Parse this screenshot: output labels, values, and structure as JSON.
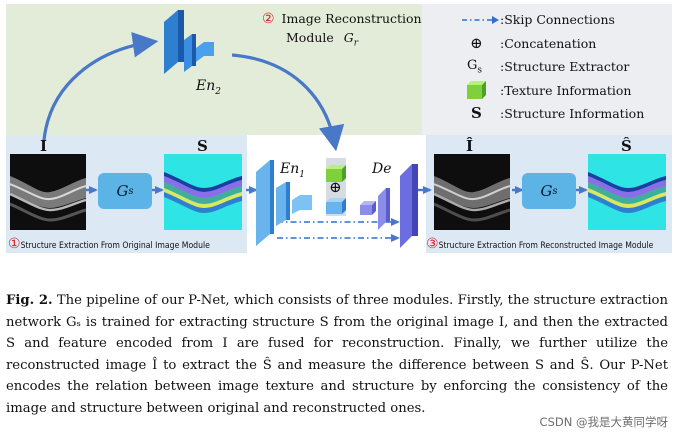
{
  "figure": {
    "module2_number": "②",
    "module2_title_line1": "Image Reconstruction",
    "module2_title_line2": "Module",
    "module2_symbol": "G",
    "module2_symbol_sub": "r",
    "module1_number": "①",
    "module1_label": "Structure Extraction From Original Image Module",
    "module3_number": "③",
    "module3_label": "Structure Extraction From Reconstructed Image Module",
    "symbol_I": "I",
    "symbol_S": "S",
    "symbol_I_hat": "Î",
    "symbol_S_hat": "Ŝ",
    "gs_base": "G",
    "gs_sub": "s",
    "en2_base": "En",
    "en2_sub": "2",
    "en1_base": "En",
    "en1_sub": "1",
    "de_label": "De",
    "concat_symbol": "⊕"
  },
  "legend": {
    "items": [
      {
        "icon": "dash-dot-arrow-icon",
        "text": ":Skip Connections"
      },
      {
        "icon": "circle-plus-icon",
        "text": ":Concatenation"
      },
      {
        "icon": "gs-symbol-icon",
        "text": ":Structure Extractor"
      },
      {
        "icon": "green-cube-icon",
        "text": ":Texture Information"
      },
      {
        "icon": "s-symbol-icon",
        "text": ":Structure Information"
      }
    ]
  },
  "caption": {
    "fig_label": "Fig. 2.",
    "text": " The pipeline of our P-Net, which consists of three modules. Firstly, the structure extraction network Gₛ is trained for extracting structure S from the original image I, and then the extracted S and feature encoded from I are fused for reconstruction. Finally, we further utilize the reconstructed image Î to extract the Ŝ and measure the difference between S and Ŝ. Our P-Net encodes the relation between image texture and structure by enforcing the consistency of the image and structure between original and reconstructed ones."
  },
  "watermark": "CSDN @我是大黄同学呀",
  "colors": {
    "reconstruction_bg": "#e3ecd9",
    "module_bg": "#dce8f4",
    "legend_bg": "#eceef2",
    "arrow_blue": "#4a78c8",
    "encoder_blue": "#2f7fd0",
    "decoder_purple": "#6c6ee0",
    "texture_green": "#7ed13a",
    "structure_cyan": "#2fe4e4",
    "module_number_red": "#d6232a"
  }
}
